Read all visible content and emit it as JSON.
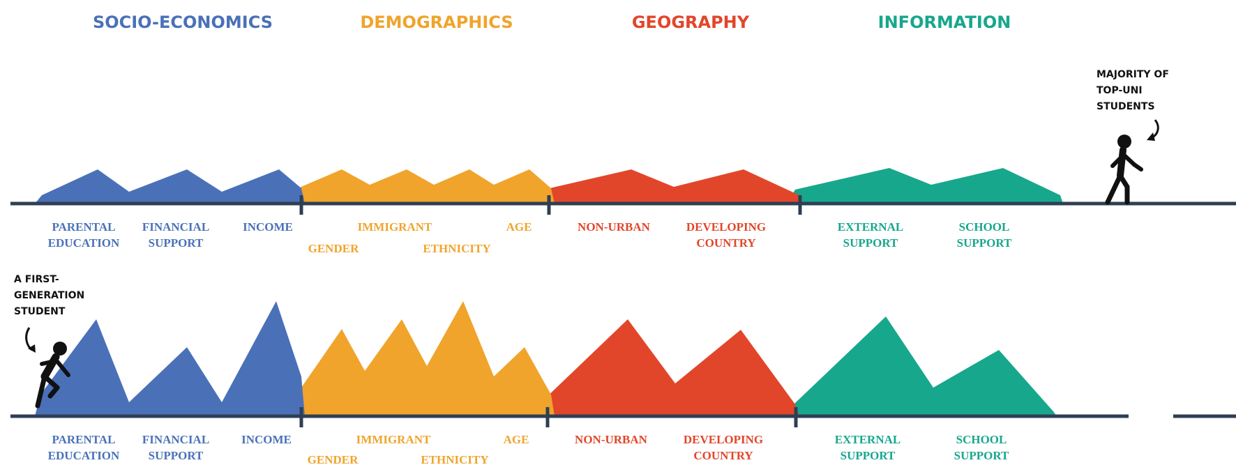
{
  "colors": {
    "socio": "#4a71b8",
    "demo": "#f0a42c",
    "geo": "#e2462a",
    "info": "#17a78d",
    "baseline": "#2f3f52",
    "figure": "#111111"
  },
  "categories": {
    "socio": "SOCIO-ECONOMICS",
    "demo": "DEMOGRAPHICS",
    "geo": "GEOGRAPHY",
    "info": "INFORMATION"
  },
  "labels": {
    "parental": [
      "PARENTAL",
      "EDUCATION"
    ],
    "financial": [
      "FINANCIAL",
      "SUPPORT"
    ],
    "income": "INCOME",
    "immigrant": "IMMIGRANT",
    "age": "AGE",
    "gender": "GENDER",
    "ethnicity": "ETHNICITY",
    "nonurban": "NON-URBAN",
    "developing": [
      "DEVELOPING",
      "COUNTRY"
    ],
    "external": [
      "EXTERNAL",
      "SUPPORT"
    ],
    "school": [
      "SCHOOL",
      "SUPPORT"
    ]
  },
  "notes": {
    "majority": [
      "MAJORITY OF",
      "TOP-UNI",
      "STUDENTS"
    ],
    "first_gen": [
      "A FIRST-",
      "GENERATION",
      "STUDENT"
    ]
  },
  "icons": {
    "walker": "walking-person-icon",
    "climber": "climbing-person-icon",
    "arrow": "curved-arrow-icon"
  }
}
